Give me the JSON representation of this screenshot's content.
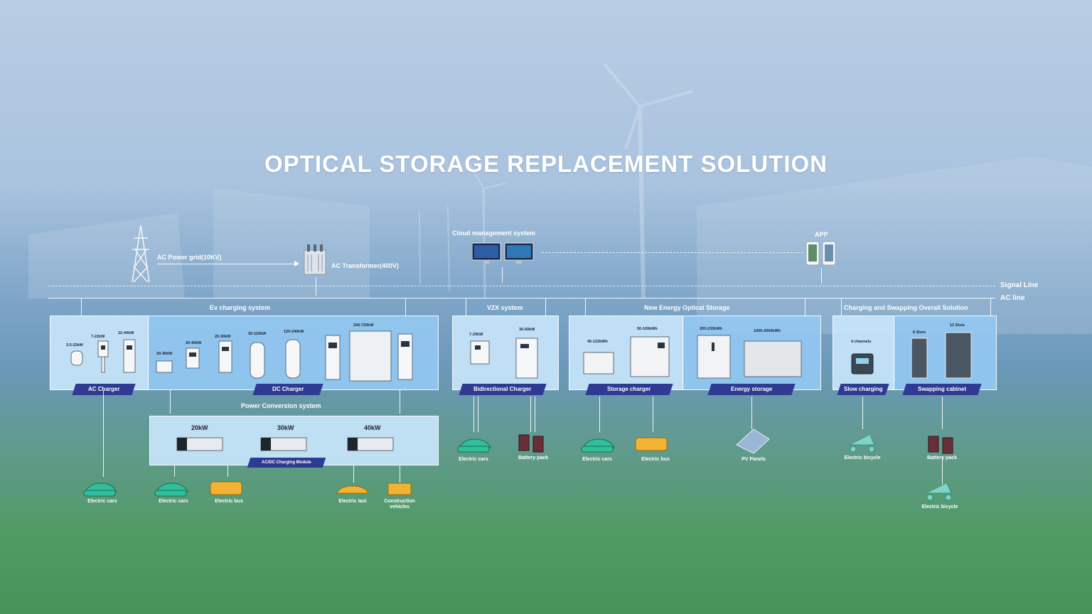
{
  "title": "OPTICAL STORAGE REPLACEMENT SOLUTION",
  "top": {
    "grid_label": "AC Power grid(10KV)",
    "transformer_label": "AC Transformer(400V)",
    "cloud_label": "Cloud management system",
    "app_label": "APP",
    "signal_line": "Signal Line",
    "ac_line": "AC line"
  },
  "ev_system": {
    "title": "Ev charging system",
    "ac_tag": "AC Charger",
    "dc_tag": "DC Charger",
    "powers": [
      "3.5-22kW",
      "7-22kW",
      "22-44kW",
      "20-30kW",
      "20-40kW",
      "20-30kW",
      "30-120kW",
      "120-240kW",
      "240-720kW"
    ]
  },
  "pcs": {
    "title": "Power Conversion system",
    "module_tag": "AC/DC Charging Module",
    "powers": [
      "20kW",
      "30kW",
      "40kW"
    ]
  },
  "v2x": {
    "title": "V2X system",
    "tag": "Bidirectional Charger",
    "powers": [
      "7-20kW",
      "30-60kW"
    ]
  },
  "storage": {
    "title": "New Energy Optical Storage",
    "charger_tag": "Storage charger",
    "energy_tag": "Energy storage",
    "powers": [
      "40-122kWh",
      "50-100kWh",
      "200-233kWh",
      "1000-2000kWh"
    ]
  },
  "swap": {
    "title": "Charging and Swapping Overall Solution",
    "slow_tag": "Slow charging",
    "cabinet_tag": "Swapping cabinet",
    "labels": [
      "4 channels",
      "8 Slots",
      "12 Slots"
    ]
  },
  "bottom": {
    "ev_cars_1": "Electric cars",
    "ev_cars_2": "Electric cars",
    "ev_bus_1": "Electric bus",
    "taxi": "Electric taxi",
    "construction_1": "Construction",
    "construction_2": "vehicles",
    "v2x_cars": "Electric cars",
    "v2x_battery": "Battery pack",
    "st_cars": "Electric cars",
    "st_bus": "Electric bus",
    "pv": "PV Panels",
    "bicycle_1": "Electric bicycle",
    "battery_2": "Battery pack",
    "bicycle_2": "Electric bicycle"
  },
  "colors": {
    "tag": "#2f3b93",
    "panel": "#c6e4fa",
    "car": "#2fbf9a",
    "bus": "#f2b233"
  }
}
